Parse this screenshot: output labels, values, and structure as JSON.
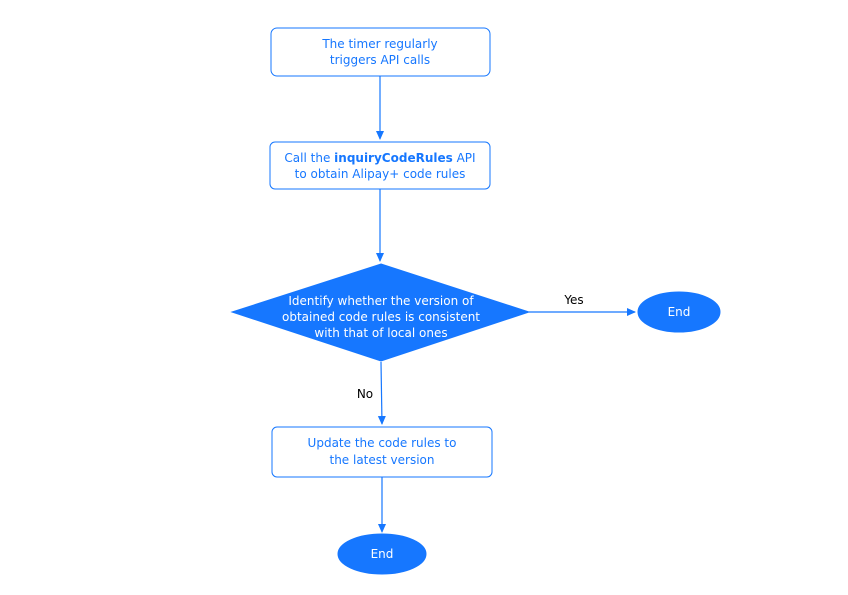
{
  "colors": {
    "accent": "#1677ff",
    "node_text": "#1677ff",
    "filled_text": "#ffffff",
    "edge_label_text": "#000000"
  },
  "nodes": {
    "timer": {
      "line1": "The timer regularly",
      "line2": "triggers API calls"
    },
    "call_api": {
      "line1_prefix": "Call the ",
      "line1_bold": "inquiryCodeRules",
      "line1_suffix": " API",
      "line2": "to obtain Alipay+ code rules"
    },
    "decision": {
      "line1": "Identify whether the version of",
      "line2": "obtained code rules is consistent",
      "line3": "with that of local ones"
    },
    "end_right": {
      "label": "End"
    },
    "update": {
      "line1": "Update the code rules to",
      "line2": "the latest version"
    },
    "end_bottom": {
      "label": "End"
    }
  },
  "edges": {
    "yes_label": "Yes",
    "no_label": "No"
  }
}
